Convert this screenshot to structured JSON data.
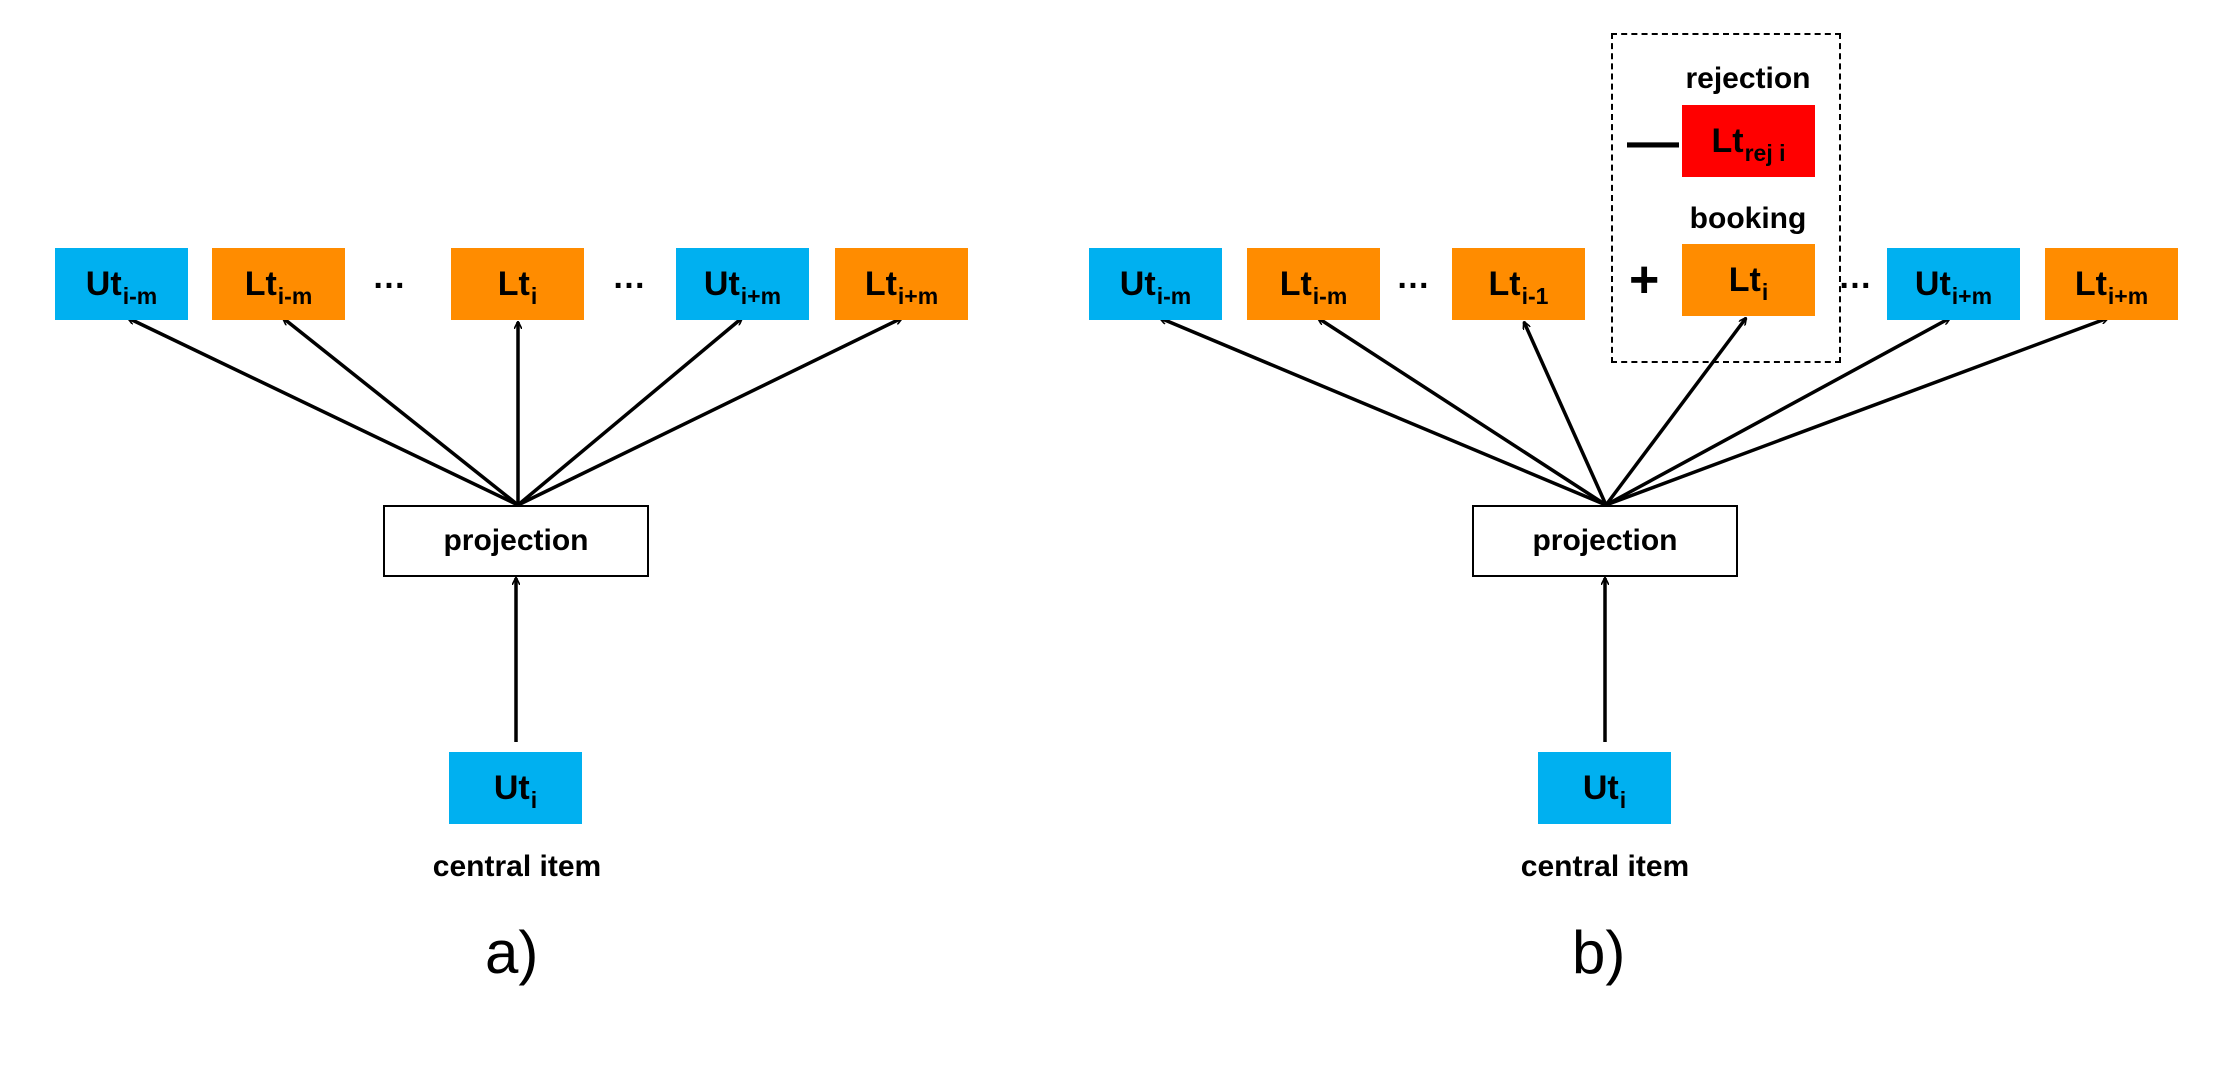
{
  "colors": {
    "user": "#00b0f0",
    "location": "#ff8c00",
    "rejection": "#ff0000"
  },
  "a": {
    "tokens": [
      {
        "main": "Ut",
        "sub": "i-m"
      },
      {
        "main": "Lt",
        "sub": "i-m"
      },
      {
        "main": "Lt",
        "sub": "i"
      },
      {
        "main": "Ut",
        "sub": "i+m"
      },
      {
        "main": "Lt",
        "sub": "i+m"
      }
    ],
    "ellipsis": "…",
    "projection": "projection",
    "central": {
      "main": "Ut",
      "sub": "i"
    },
    "central_label": "central item",
    "panel_label": "a)"
  },
  "b": {
    "tokens": [
      {
        "main": "Ut",
        "sub": "i-m"
      },
      {
        "main": "Lt",
        "sub": "i-m"
      },
      {
        "main": "Lt",
        "sub": "i-1"
      },
      {
        "main": "Lt",
        "sub": "i"
      },
      {
        "main": "Ut",
        "sub": "i+m"
      },
      {
        "main": "Lt",
        "sub": "i+m"
      }
    ],
    "rejection_token": {
      "main": "Lt",
      "sub": "rej i"
    },
    "rejection_label": "rejection",
    "booking_label": "booking",
    "minus": "—",
    "plus": "+",
    "ellipsis": "…",
    "projection": "projection",
    "central": {
      "main": "Ut",
      "sub": "i"
    },
    "central_label": "central item",
    "panel_label": "b)"
  }
}
